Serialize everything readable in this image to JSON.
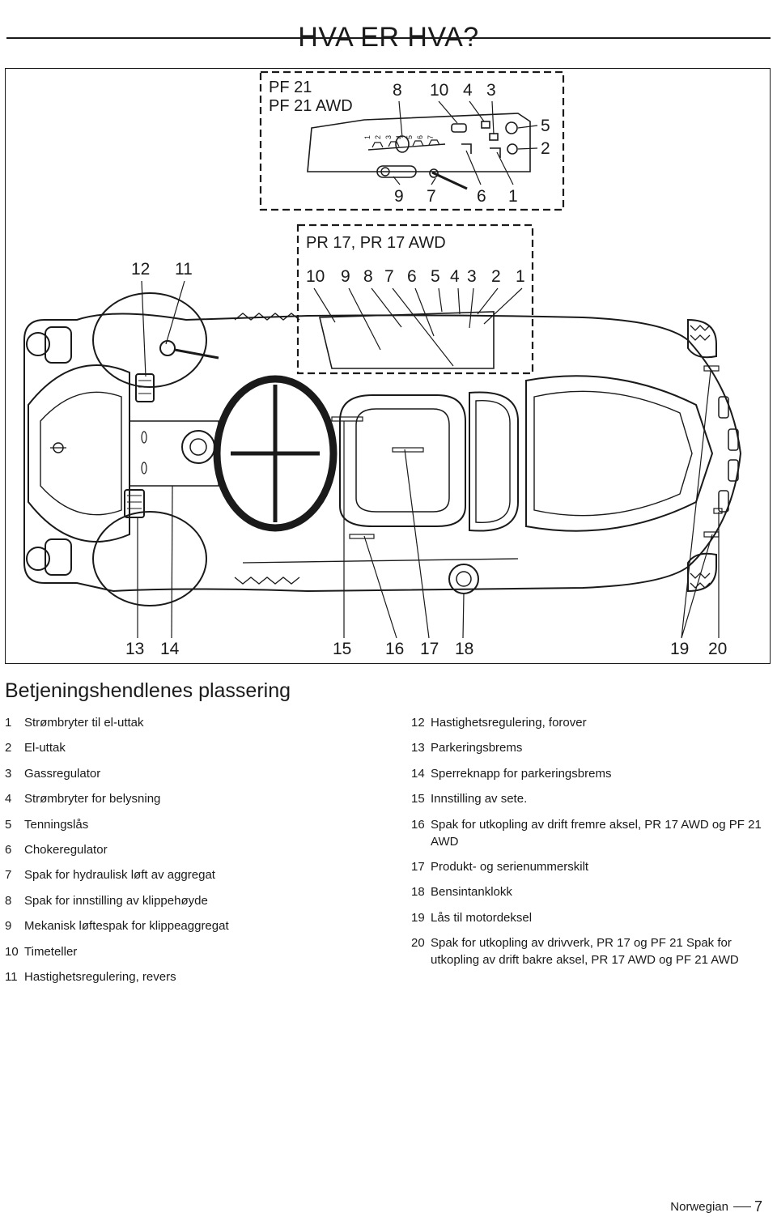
{
  "page": {
    "title": "HVA ER HVA?"
  },
  "figure": {
    "pf_panel": {
      "model_line1": "PF 21",
      "model_line2": "PF 21 AWD",
      "top_callouts": [
        "8",
        "10",
        "4",
        "3"
      ],
      "right_callouts": [
        "5",
        "2"
      ],
      "bottom_callouts": [
        "9",
        "7",
        "6",
        "1"
      ],
      "scale_digits": [
        "1",
        "2",
        "3",
        "4",
        "5",
        "6",
        "7"
      ]
    },
    "pr_panel": {
      "model_label": "PR 17, PR 17 AWD",
      "callouts": [
        "10",
        "9",
        "8",
        "7",
        "6",
        "5",
        "4",
        "3",
        "2",
        "1"
      ]
    },
    "left_top_callouts": [
      "12",
      "11"
    ],
    "bottom_callouts": [
      "13",
      "14",
      "15",
      "16",
      "17",
      "18",
      "19",
      "20"
    ]
  },
  "section": {
    "title": "Betjeningshendlenes plassering",
    "left_items": [
      {
        "num": "1",
        "text": "Strømbryter til el-uttak"
      },
      {
        "num": "2",
        "text": "El-uttak"
      },
      {
        "num": "3",
        "text": "Gassregulator"
      },
      {
        "num": "4",
        "text": "Strømbryter for belysning"
      },
      {
        "num": "5",
        "text": "Tenningslås"
      },
      {
        "num": "6",
        "text": "Chokeregulator"
      },
      {
        "num": "7",
        "text": "Spak for hydraulisk løft av aggregat"
      },
      {
        "num": "8",
        "text": "Spak for innstilling av klippehøyde"
      },
      {
        "num": "9",
        "text": "Mekanisk løftespak for klippeaggregat"
      },
      {
        "num": "10",
        "text": "Timeteller"
      },
      {
        "num": "11",
        "text": "Hastighetsregulering, revers"
      }
    ],
    "right_items": [
      {
        "num": "12",
        "text": "Hastighetsregulering, forover"
      },
      {
        "num": "13",
        "text": "Parkeringsbrems"
      },
      {
        "num": "14",
        "text": "Sperreknapp for parkeringsbrems"
      },
      {
        "num": "15",
        "text": "Innstilling av sete."
      },
      {
        "num": "16",
        "text": "Spak for utkopling av drift fremre aksel, PR 17 AWD og PF 21 AWD"
      },
      {
        "num": "17",
        "text": "Produkt- og serienummerskilt"
      },
      {
        "num": "18",
        "text": "Bensintanklokk"
      },
      {
        "num": "19",
        "text": "Lås til motordeksel"
      },
      {
        "num": "20",
        "text": "Spak for utkopling av drivverk, PR 17 og PF 21 Spak for utkopling av drift bakre aksel, PR 17 AWD og PF 21 AWD"
      }
    ]
  },
  "footer": {
    "language": "Norwegian",
    "page_number": "7"
  }
}
